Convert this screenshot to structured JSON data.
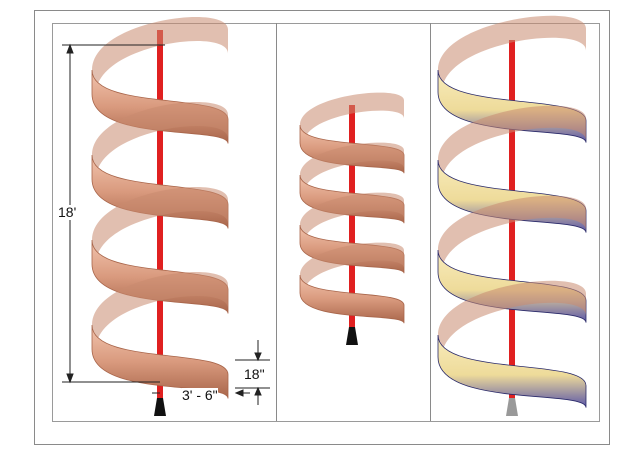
{
  "dimensions": {
    "total_height": "18'",
    "slide_wall_height": "18\"",
    "slide_width": "3' - 6\""
  },
  "colors": {
    "copper": "#d99a7e",
    "copper_dark": "#a8654a",
    "pole": "#e02020",
    "yellow": "#f3e2a6",
    "blue": "#4a4a9a"
  }
}
